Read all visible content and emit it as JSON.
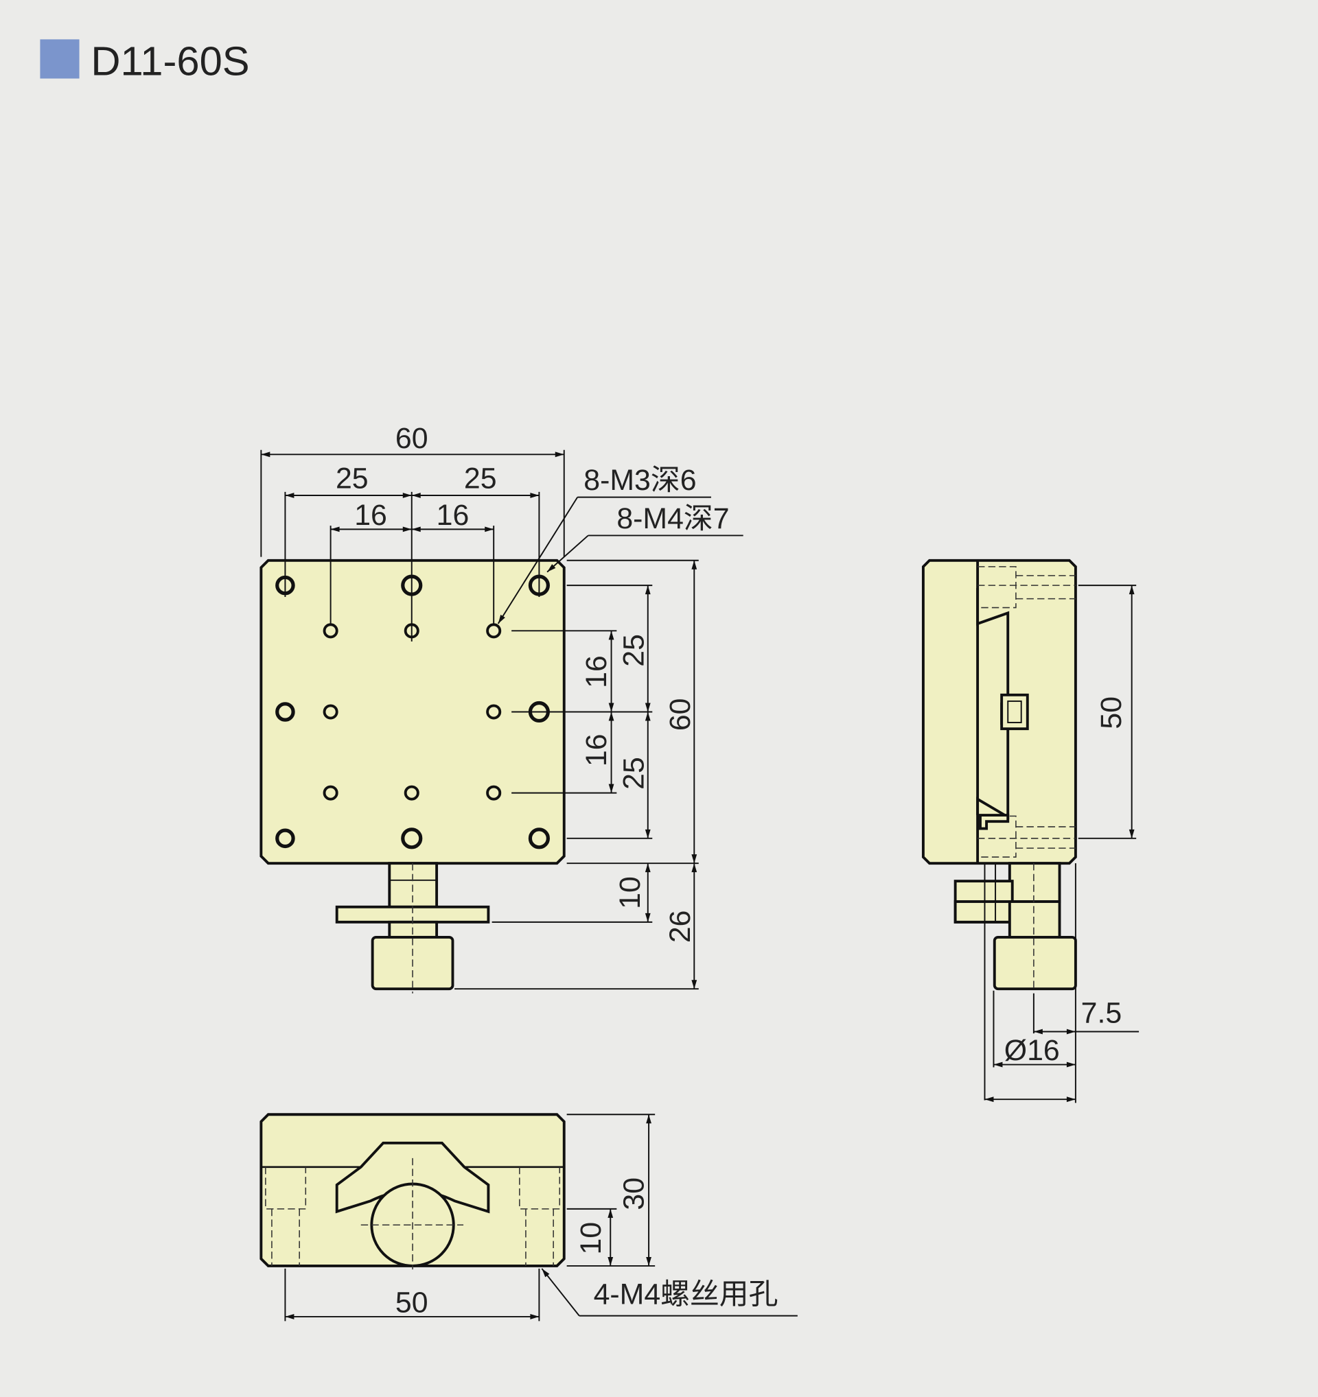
{
  "title": {
    "text": "D11-60S",
    "marker_color": "#7b95cc"
  },
  "colors": {
    "background": "#ebebe9",
    "part_fill": "#f0f0c2",
    "line": "#111111"
  },
  "top_view": {
    "dims": {
      "overall_width": "60",
      "m4_pitch_left": "25",
      "m4_pitch_right": "25",
      "m3_pitch_left": "16",
      "m3_pitch_right": "16",
      "m4_pitch_upper": "25",
      "m4_pitch_lower": "25",
      "m3_pitch_upper": "16",
      "m3_pitch_lower": "16",
      "overall_height": "60",
      "knob_flange": "10",
      "knob_total": "26"
    },
    "callouts": {
      "m3_holes": "8-M3深6",
      "m4_holes": "8-M4深7"
    }
  },
  "side_view": {
    "dims": {
      "hole_pitch": "50",
      "knob_offset": "7.5",
      "knob_diameter": "Ø16"
    }
  },
  "front_view": {
    "dims": {
      "height": "30",
      "base_height": "10",
      "hole_pitch": "50"
    },
    "callouts": {
      "mount_holes": "4-M4螺丝用孔"
    }
  }
}
